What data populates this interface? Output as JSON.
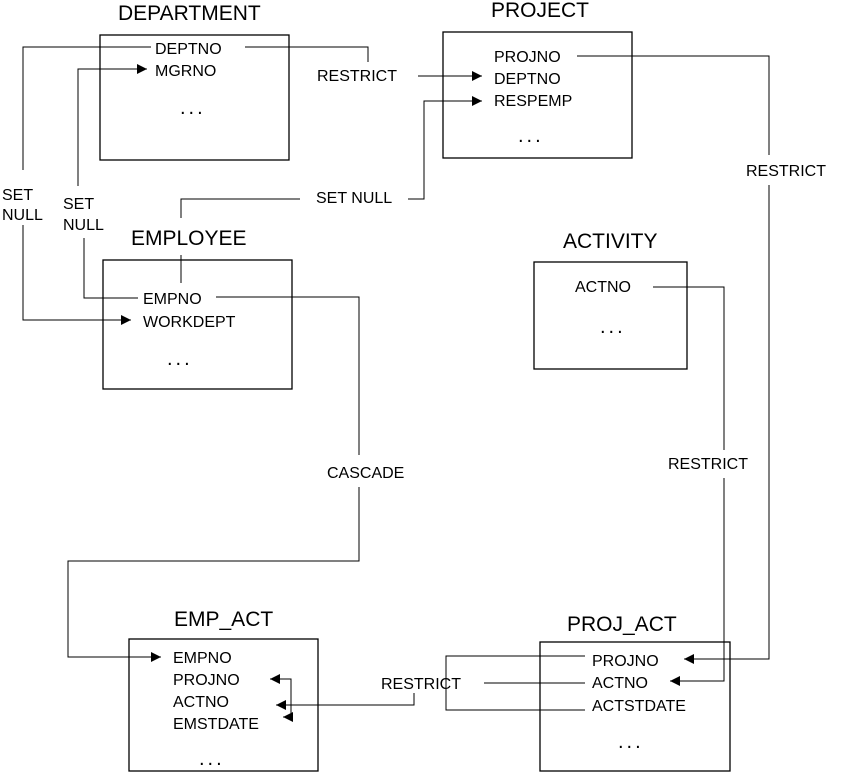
{
  "tables": {
    "department": {
      "title": "DEPARTMENT",
      "fields": [
        "DEPTNO",
        "MGRNO"
      ],
      "ellipsis": "..."
    },
    "project": {
      "title": "PROJECT",
      "fields": [
        "PROJNO",
        "DEPTNO",
        "RESPEMP"
      ],
      "ellipsis": "..."
    },
    "employee": {
      "title": "EMPLOYEE",
      "fields": [
        "EMPNO",
        "WORKDEPT"
      ],
      "ellipsis": "..."
    },
    "activity": {
      "title": "ACTIVITY",
      "fields": [
        "ACTNO"
      ],
      "ellipsis": "..."
    },
    "emp_act": {
      "title": "EMP_ACT",
      "fields": [
        "EMPNO",
        "PROJNO",
        "ACTNO",
        "EMSTDATE"
      ],
      "ellipsis": "..."
    },
    "proj_act": {
      "title": "PROJ_ACT",
      "fields": [
        "PROJNO",
        "ACTNO",
        "ACTSTDATE"
      ],
      "ellipsis": "..."
    }
  },
  "rules": {
    "dept_project": "RESTRICT",
    "emp_project": "SET NULL",
    "project_projact": "RESTRICT",
    "activity_projact": "RESTRICT",
    "emp_empact": "CASCADE",
    "projact_empact": "RESTRICT",
    "dept_emp_set": "SET",
    "dept_emp_null": "NULL",
    "emp_dept_set": "SET",
    "emp_dept_null": "NULL"
  }
}
